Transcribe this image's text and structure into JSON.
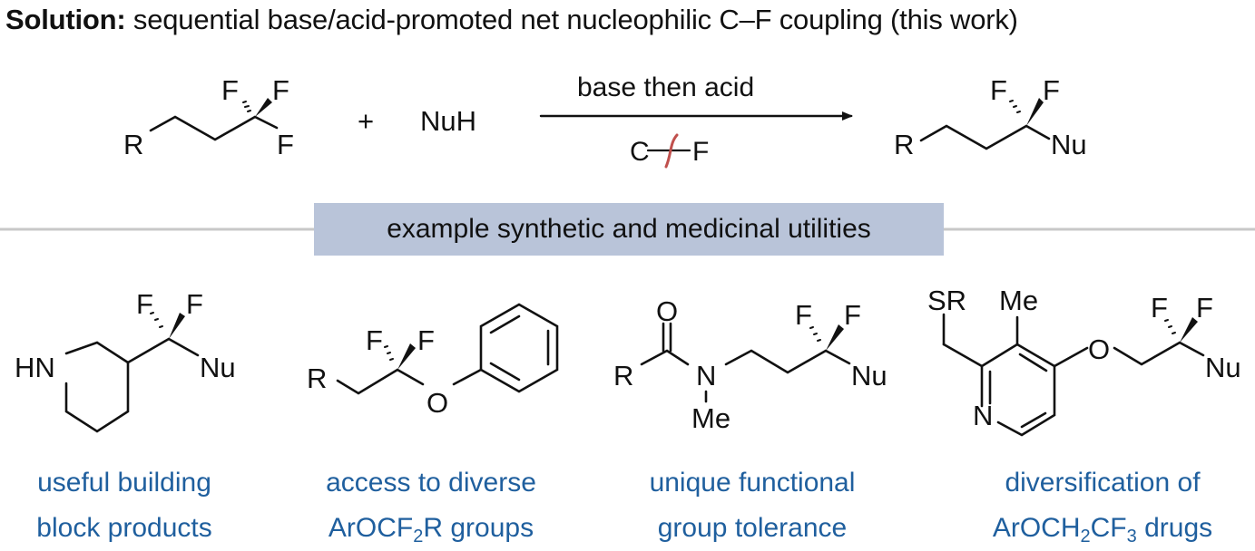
{
  "heading": {
    "label": "Solution:",
    "text": "sequential base/acid-promoted net nucleophilic C–F coupling (this work)"
  },
  "reaction": {
    "substrate_atoms": {
      "r": "R",
      "f1": "F",
      "f2": "F",
      "f3": "F"
    },
    "plus": "+",
    "reagent": "NuH",
    "condition_above": "base then acid",
    "bond_c": "C",
    "bond_f": "F",
    "product_atoms": {
      "r": "R",
      "f1": "F",
      "f2": "F",
      "nu": "Nu"
    },
    "cleaved_bond_color": "#c0504d"
  },
  "banner": {
    "text": "example synthetic and medicinal utilities",
    "color": "#b9c4d9",
    "rule_color": "#c8c8c8"
  },
  "examples": [
    {
      "atoms": {
        "hn": "HN",
        "f1": "F",
        "f2": "F",
        "nu": "Nu"
      },
      "caption_line1": "useful building",
      "caption_line2": "block products"
    },
    {
      "atoms": {
        "r": "R",
        "f1": "F",
        "f2": "F",
        "o": "O"
      },
      "caption_line1": "access to diverse",
      "caption_line2_a": "ArOCF",
      "caption_line2_sub": "2",
      "caption_line2_b": "R groups"
    },
    {
      "atoms": {
        "r": "R",
        "o": "O",
        "n": "N",
        "me": "Me",
        "f1": "F",
        "f2": "F",
        "nu": "Nu"
      },
      "caption_line1": "unique functional",
      "caption_line2": "group tolerance"
    },
    {
      "atoms": {
        "sr": "SR",
        "me": "Me",
        "o": "O",
        "n": "N",
        "f1": "F",
        "f2": "F",
        "nu": "Nu"
      },
      "caption_line1": "diversification of",
      "caption_line2_a": "ArOCH",
      "caption_line2_sub1": "2",
      "caption_line2_b": "CF",
      "caption_line2_sub2": "3",
      "caption_line2_c": " drugs"
    }
  ],
  "caption_color": "#1f5f9e"
}
